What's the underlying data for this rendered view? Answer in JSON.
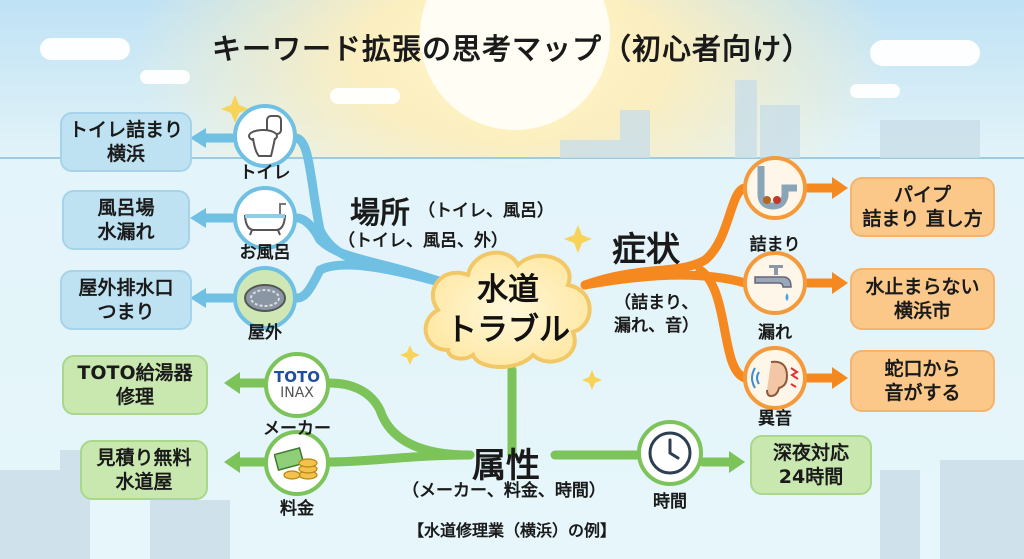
{
  "title": "キーワード拡張の思考マップ（初心者向け）",
  "center": {
    "label": "水道\nトラブル"
  },
  "location": {
    "heading": "場所",
    "heading_sub": "（トイレ、風呂）",
    "sub": "（トイレ、風呂、外）",
    "items": [
      {
        "icon": "toilet-icon",
        "label": "トイレ",
        "keyword": "トイレ詰まり\n横浜"
      },
      {
        "icon": "bathtub-icon",
        "label": "お風呂",
        "keyword": "風呂場\n水漏れ"
      },
      {
        "icon": "drain-cover-icon",
        "label": "屋外",
        "keyword": "屋外排水口\nつまり"
      }
    ]
  },
  "symptom": {
    "heading": "症状",
    "sub": "（詰まり、\n漏れ、音）",
    "items": [
      {
        "icon": "clogged-pipe-icon",
        "label": "詰まり",
        "keyword": "パイプ\n詰まり 直し方"
      },
      {
        "icon": "faucet-drip-icon",
        "label": "漏れ",
        "keyword": "水止まらない\n横浜市"
      },
      {
        "icon": "ear-noise-icon",
        "label": "異音",
        "keyword": "蛇口から\n音がする"
      }
    ]
  },
  "attribute": {
    "heading": "属性",
    "sub": "（メーカー、料金、時間）",
    "items": [
      {
        "icon": "maker-logo-icon",
        "logo_top": "TOTO",
        "logo_bottom": "INAX",
        "label": "メーカー",
        "keyword": "TOTO給湯器\n修理"
      },
      {
        "icon": "money-coins-icon",
        "label": "料金",
        "keyword": "見積り無料\n水道屋"
      },
      {
        "icon": "clock-icon",
        "label": "時間",
        "keyword": "深夜対応\n24時間"
      }
    ]
  },
  "footer": "【水道修理業（横浜）の例】",
  "colors": {
    "blue": "#6fc0e3",
    "orange": "#f5891f",
    "green": "#7cc35a"
  }
}
